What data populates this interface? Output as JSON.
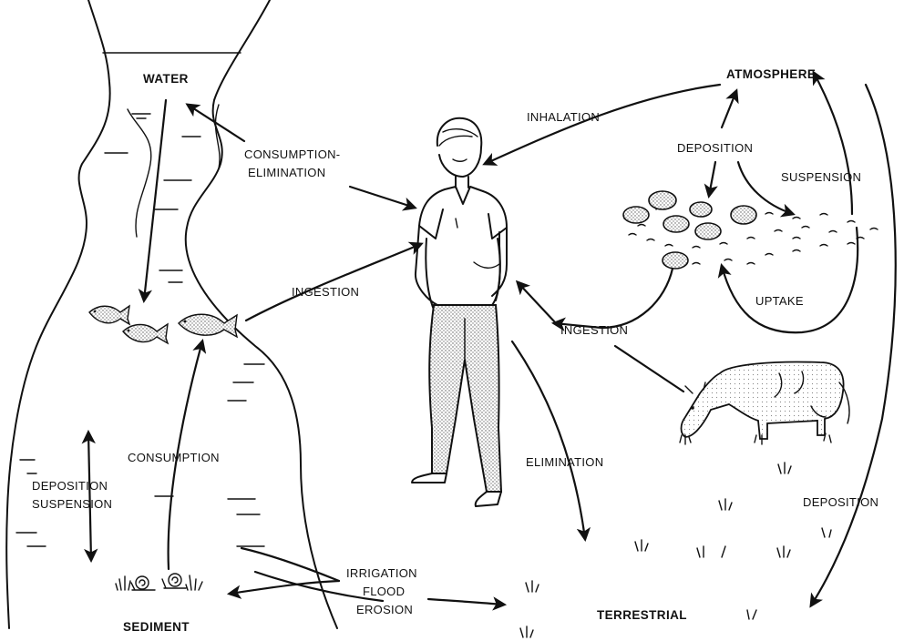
{
  "compartments": {
    "water": "WATER",
    "atmosphere": "ATMOSPHERE",
    "sediment": "SEDIMENT",
    "terrestrial": "TERRESTRIAL"
  },
  "pathways": {
    "inhalation": "INHALATION",
    "consumption_elimination_1": "CONSUMPTION-",
    "consumption_elimination_2": "ELIMINATION",
    "ingestion_fish": "INGESTION",
    "ingestion_land": "INGESTION",
    "deposition_atm": "DEPOSITION",
    "suspension_atm": "SUSPENSION",
    "uptake": "UPTAKE",
    "consumption": "CONSUMPTION",
    "deposition_water": "DEPOSITION",
    "suspension_water": "SUSPENSION",
    "elimination": "ELIMINATION",
    "deposition_terrestrial": "DEPOSITION",
    "irrigation": "IRRIGATION",
    "flood": "FLOOD",
    "erosion": "EROSION"
  }
}
